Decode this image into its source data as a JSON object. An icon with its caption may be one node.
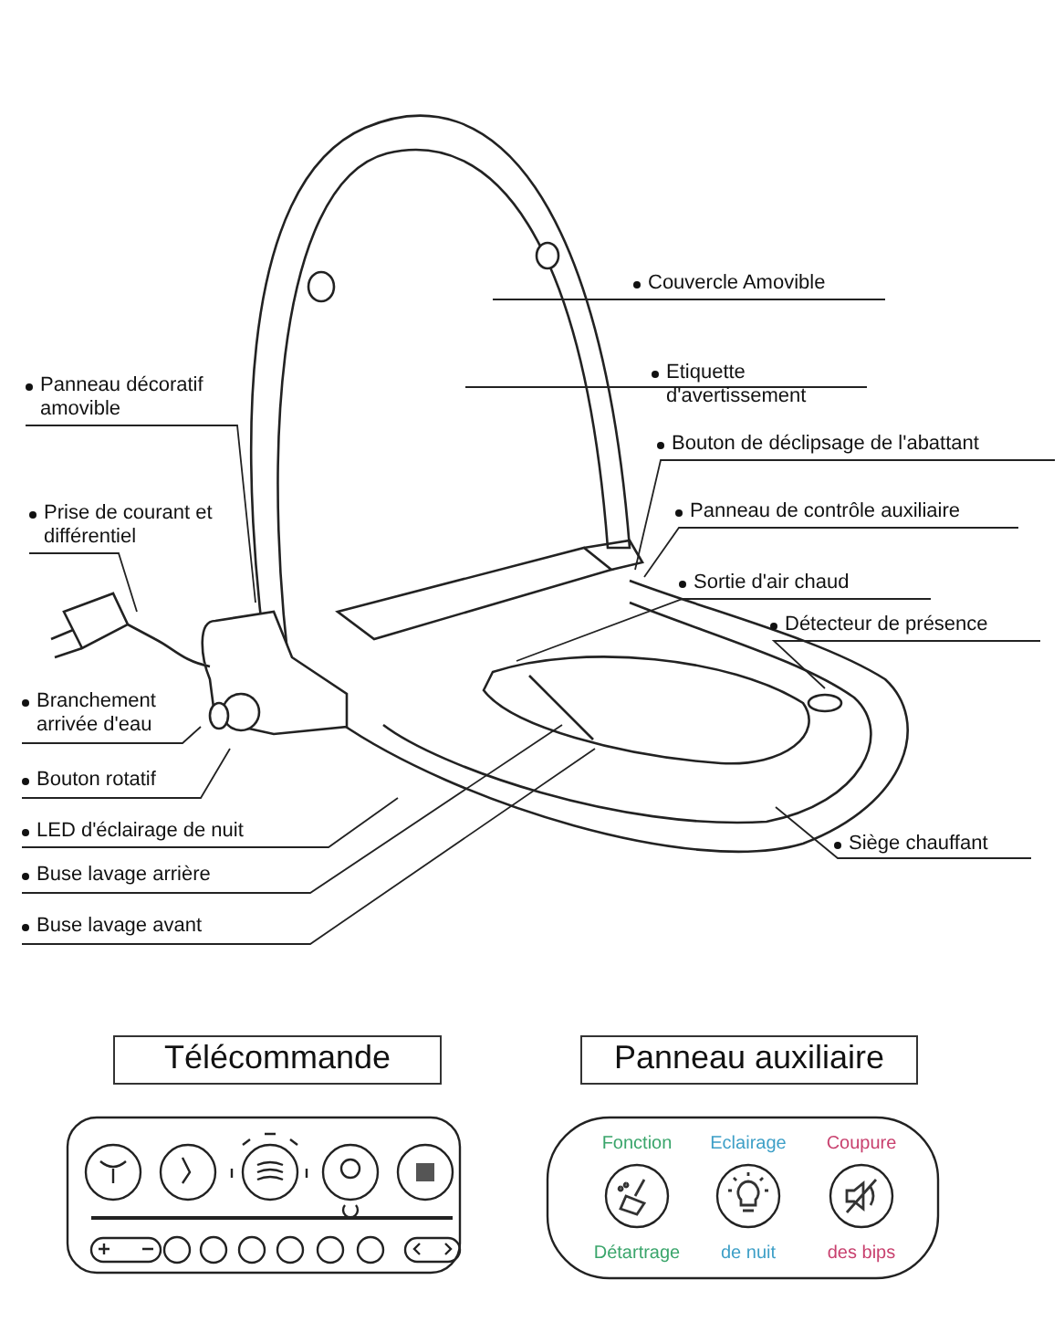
{
  "diagram": {
    "nodes": [
      {
        "text": [
          "Couvercle Amovible"
        ]
      },
      {
        "text": [
          "Etiquette d'avertissement"
        ]
      },
      {
        "text": [
          "Bouton de déclipsage de l'abattant"
        ]
      },
      {
        "text": [
          "Panneau de contrôle auxiliaire"
        ]
      },
      {
        "text": [
          "Sortie d'air chaud"
        ]
      },
      {
        "text": [
          "Détecteur de présence"
        ]
      },
      {
        "text": [
          "Siège chauffant"
        ]
      },
      {
        "text": [
          "Panneau décoratif amovible"
        ]
      },
      {
        "text": [
          "Prise de courant et différentiel"
        ]
      },
      {
        "text": [
          "Branchement arrivée d'eau"
        ]
      },
      {
        "text": [
          "Bouton rotatif"
        ]
      },
      {
        "text": [
          "LED d'éclairage de nuit"
        ]
      },
      {
        "text": [
          "Buse lavage arrière"
        ]
      },
      {
        "text": [
          "Buse lavage avant"
        ]
      },
      {
        "text": [
          "Télécommande"
        ]
      },
      {
        "text": [
          "Panneau auxiliaire"
        ]
      },
      {
        "text": [
          "Fonction",
          "Détartrage"
        ]
      },
      {
        "text": [
          "Eclairage",
          "de nuit"
        ]
      },
      {
        "text": [
          "Coupure",
          "des bips"
        ]
      }
    ],
    "edges": [
      {
        "from": 0,
        "to": null,
        "arrow": "none"
      },
      {
        "from": 1,
        "to": null,
        "arrow": "none"
      },
      {
        "from": 2,
        "to": null,
        "arrow": "none"
      },
      {
        "from": 3,
        "to": null,
        "arrow": "none"
      },
      {
        "from": 4,
        "to": null,
        "arrow": "none"
      },
      {
        "from": 5,
        "to": null,
        "arrow": "none"
      },
      {
        "from": 6,
        "to": null,
        "arrow": "none"
      },
      {
        "from": 7,
        "to": null,
        "arrow": "none"
      },
      {
        "from": 8,
        "to": null,
        "arrow": "none"
      },
      {
        "from": 9,
        "to": null,
        "arrow": "none"
      },
      {
        "from": 10,
        "to": null,
        "arrow": "none"
      },
      {
        "from": 11,
        "to": null,
        "arrow": "none"
      },
      {
        "from": 12,
        "to": null,
        "arrow": "none"
      },
      {
        "from": 13,
        "to": null,
        "arrow": "none"
      }
    ]
  }
}
